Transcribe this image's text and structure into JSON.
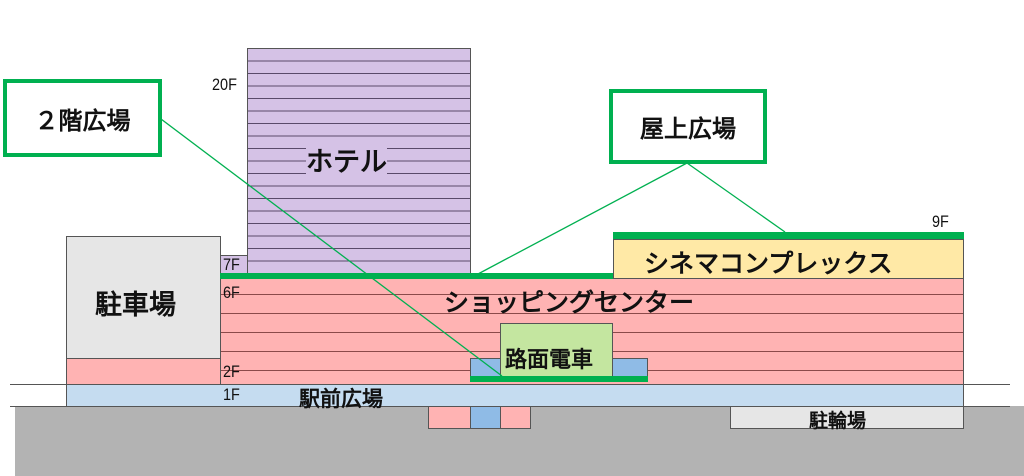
{
  "labels": {
    "hotel": "ホテル",
    "parking": "駐車場",
    "shopping": "ショッピングセンター",
    "cinema": "シネマコンプレックス",
    "tram": "路面電車",
    "station_plaza": "駅前広場",
    "bicycle_parking": "駐輪場"
  },
  "callouts": {
    "second_floor_plaza": "２階広場",
    "rooftop_plaza": "屋上広場"
  },
  "floors": {
    "f20": "20F",
    "f9": "9F",
    "f7": "7F",
    "f6": "6F",
    "f2": "2F",
    "f1": "1F"
  },
  "colors": {
    "hotel": "#d5c2e6",
    "shopping": "#ffb3b3",
    "cinema": "#ffe9a6",
    "tram": "#c4e6a0",
    "plaza": "#c5dcf0",
    "tram_track": "#8fbbe6",
    "parking": "#e6e6e6",
    "ground": "#b3b3b3",
    "plaza_line": "#00b050"
  }
}
